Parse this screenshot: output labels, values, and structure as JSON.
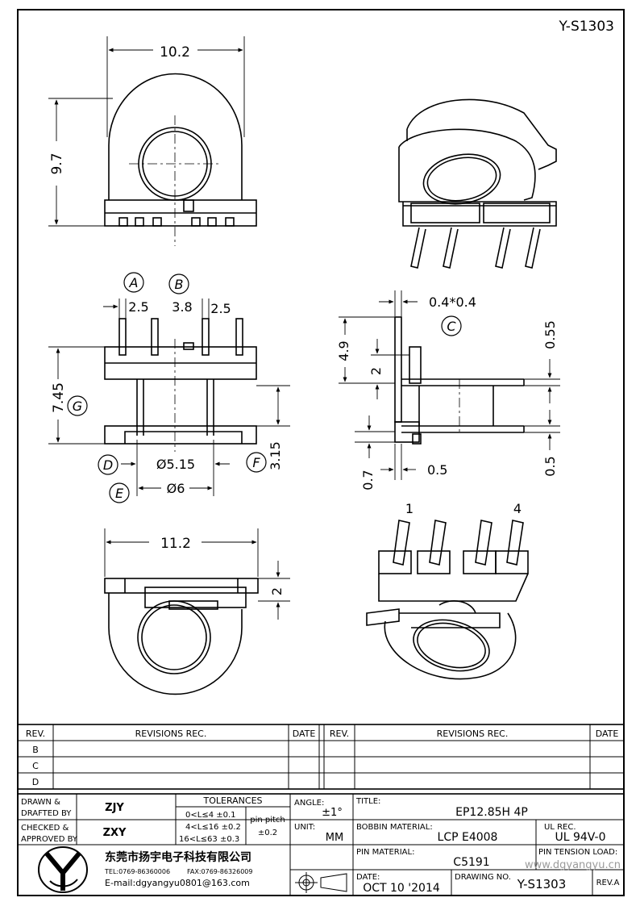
{
  "drawing_code": "Y-S1303",
  "dims": {
    "width_top": "10.2",
    "height_top": "9.7",
    "pitch_a": "2.5",
    "pitch_b": "3.8",
    "pitch_c": "2.5",
    "height_side": "7.45",
    "inner_d": "Ø5.15",
    "outer_e": "Ø6",
    "dim_f": "3.15",
    "pin_size": "0.4*0.4",
    "pin_len": "4.9",
    "pin_offset": "2",
    "flange_t": "0.55",
    "flange_b": "0.5",
    "dim_07": "0.7",
    "dim_05": "0.5",
    "width_bottom": "11.2",
    "dim_2b": "2"
  },
  "callouts": {
    "a": "A",
    "b": "B",
    "c": "C",
    "d": "D",
    "e": "E",
    "f": "F",
    "g": "G"
  },
  "pin_labels": {
    "first": "1",
    "last": "4"
  },
  "revisions": {
    "rev_header": "REV.",
    "rev_text_header": "REVISIONS   REC.",
    "date_header": "DATE",
    "rows": [
      "B",
      "C",
      "D"
    ]
  },
  "title_block": {
    "drawn_label_1": "DRAWN &",
    "drawn_label_2": "DRAFTED BY",
    "drawn_value": "ZJY",
    "checked_label_1": "CHECKED &",
    "checked_label_2": "APPROVED BY",
    "checked_value": "ZXY",
    "tolerances_header": "TOLERANCES",
    "tol_1": "0<L≤4    ±0.1",
    "tol_2": "4<L≤16  ±0.2",
    "tol_3": "16<L≤63  ±0.3",
    "pin_pitch_label": "pin pitch",
    "pin_pitch_value": "±0.2",
    "angle_label": "ANGLE:",
    "angle_value": "±1°",
    "unit_label": "UNIT:",
    "unit_value": "MM",
    "title_label": "TITLE:",
    "title_value": "EP12.85H  4P",
    "bobbin_label": "BOBBIN MATERIAL:",
    "bobbin_value": "LCP  E4008",
    "ul_label": "UL REC.",
    "ul_value": "UL  94V-0",
    "pin_mat_label": "PIN MATERIAL:",
    "pin_mat_value": "C5191",
    "pin_tension_label": "PIN TENSION LOAD:",
    "watermark": "www.dgyangyu.cn",
    "date_label": "DATE:",
    "date_value": "OCT  10  '2014",
    "drawing_no_label": "DRAWING NO.",
    "drawing_no_value": "Y-S1303",
    "rev_a_label": "REV.A",
    "company_name": "东莞市扬宇电子科技有限公司",
    "company_tel": "TEL:0769-86360006",
    "company_fax": "FAX:0769-86326009",
    "company_email": "E-mail:dgyangyu0801@163.com"
  }
}
